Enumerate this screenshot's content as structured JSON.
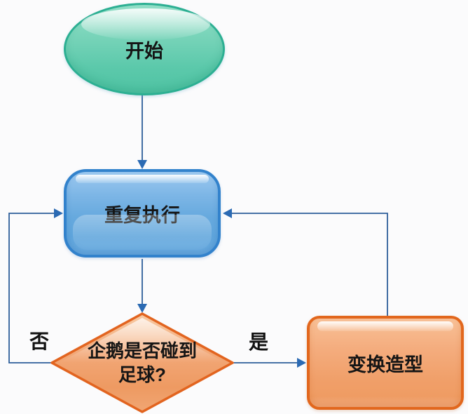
{
  "diagram": {
    "type": "flowchart",
    "background_color": "#fbfbfc",
    "line_color": "#2d5e9a",
    "arrowhead_color": "#2b6ab3",
    "text_color": "#151515",
    "nodes": [
      {
        "id": "start",
        "shape": "ellipse",
        "label": "开始",
        "fill": "#5cc9ab",
        "border": "#2caf92"
      },
      {
        "id": "loop",
        "shape": "rounded-rect",
        "label": "重复执行",
        "fill": "#66a9de",
        "border": "#3282cc"
      },
      {
        "id": "decision",
        "shape": "diamond",
        "label_line1": "企鹅是否碰到",
        "label_line2": "足球?",
        "fill": "#f1a271",
        "border": "#e2641f"
      },
      {
        "id": "action",
        "shape": "rounded-rect",
        "label": "变换造型",
        "fill": "#f0a16c",
        "border": "#e2671d"
      }
    ],
    "edges": [
      {
        "from": "start",
        "to": "loop",
        "label": ""
      },
      {
        "from": "loop",
        "to": "decision",
        "label": ""
      },
      {
        "from": "decision",
        "to": "action",
        "label": "是"
      },
      {
        "from": "decision",
        "to": "loop",
        "label": "否"
      },
      {
        "from": "action",
        "to": "loop",
        "label": ""
      }
    ],
    "edge_labels": {
      "yes": "是",
      "no": "否"
    }
  }
}
